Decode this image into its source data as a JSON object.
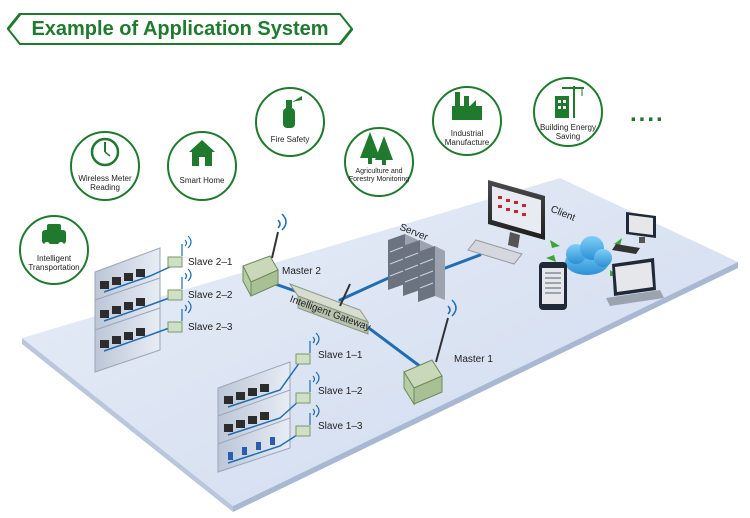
{
  "title": "Example of Application System",
  "colors": {
    "accent": "#1f7a2e",
    "platform": "#dde6f4",
    "line": "#1f6eb3"
  },
  "applications": [
    {
      "label": "Intelligent Transportation",
      "icon": "car-icon"
    },
    {
      "label": "Wireless Meter Reading",
      "icon": "meter-icon"
    },
    {
      "label": "Smart Home",
      "icon": "house-icon"
    },
    {
      "label": "Fire Safety",
      "icon": "fire-extinguisher-icon"
    },
    {
      "label": "Agriculture and Forestry Monitoring",
      "icon": "trees-icon"
    },
    {
      "label": "Industrial Manufacture",
      "icon": "factory-icon"
    },
    {
      "label": "Building Energy Saving",
      "icon": "crane-building-icon"
    }
  ],
  "more": "....",
  "labels": {
    "gateway": "Intelligent Gateway",
    "server": "Server",
    "client": "Client",
    "master1": "Master 1",
    "master2": "Master 2",
    "slave2_1": "Slave 2–1",
    "slave2_2": "Slave 2–2",
    "slave2_3": "Slave 2–3",
    "slave1_1": "Slave 1–1",
    "slave1_2": "Slave 1–2",
    "slave1_3": "Slave 1–3"
  }
}
